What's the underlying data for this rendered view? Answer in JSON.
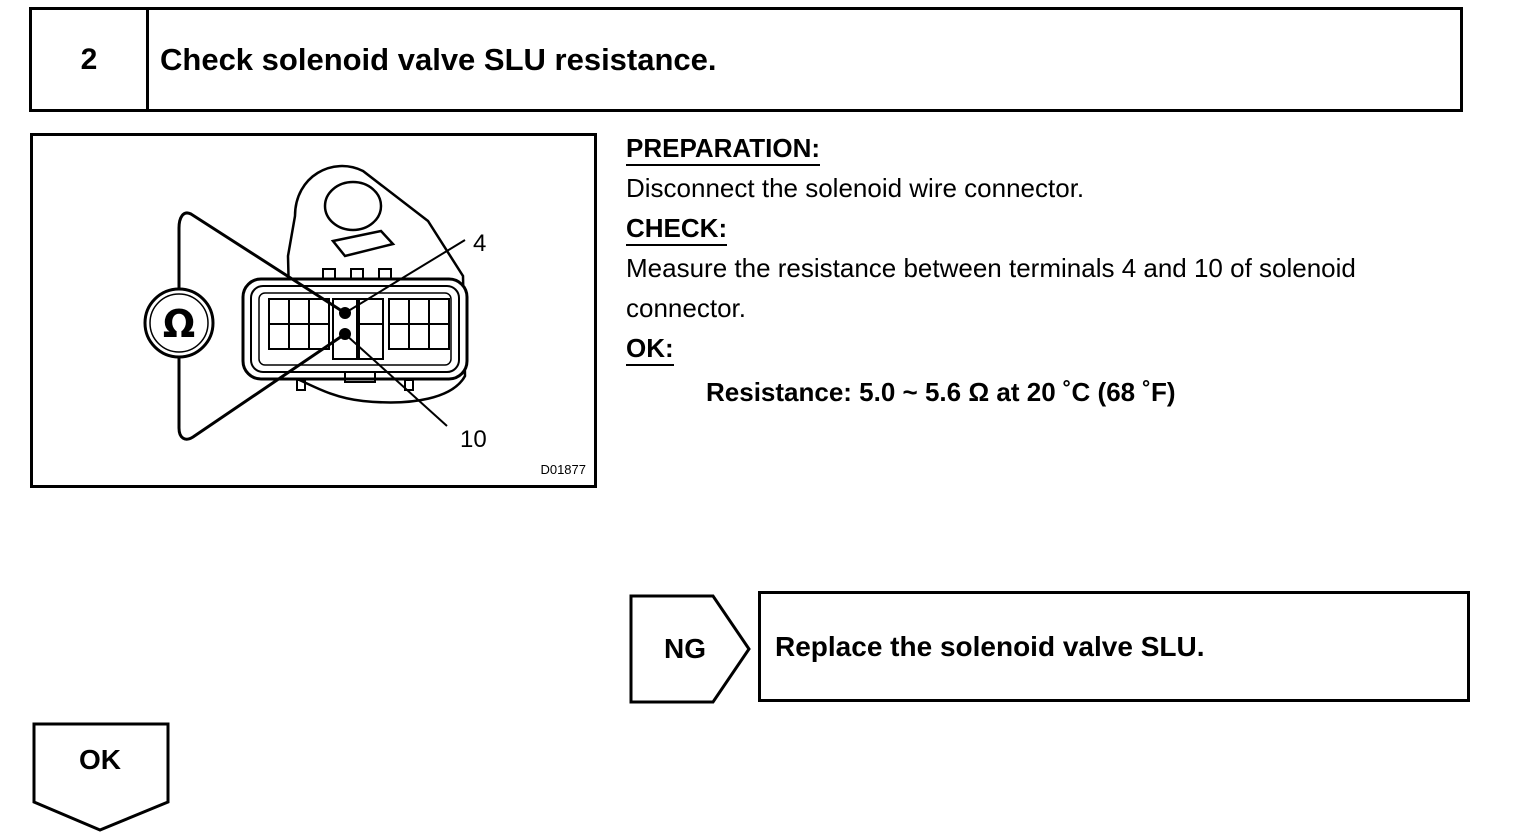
{
  "step": {
    "number": "2",
    "title": "Check solenoid valve SLU resistance."
  },
  "figure": {
    "terminal_a": "4",
    "terminal_b": "10",
    "ohmmeter_symbol": "Ω",
    "code": "D01877",
    "icon": "ohmmeter-connector-diagram"
  },
  "preparation": {
    "heading": "PREPARATION:",
    "text": "Disconnect the solenoid wire connector."
  },
  "check": {
    "heading": "CHECK:",
    "text_line1": "Measure the resistance between terminals 4 and 10 of solenoid",
    "text_line2": "connector."
  },
  "ok_spec": {
    "heading": "OK:",
    "text": "Resistance: 5.0 ~ 5.6 Ω at 20 ˚C (68 ˚F)"
  },
  "ng": {
    "label": "NG",
    "action": "Replace the solenoid valve SLU."
  },
  "ok": {
    "label": "OK"
  }
}
